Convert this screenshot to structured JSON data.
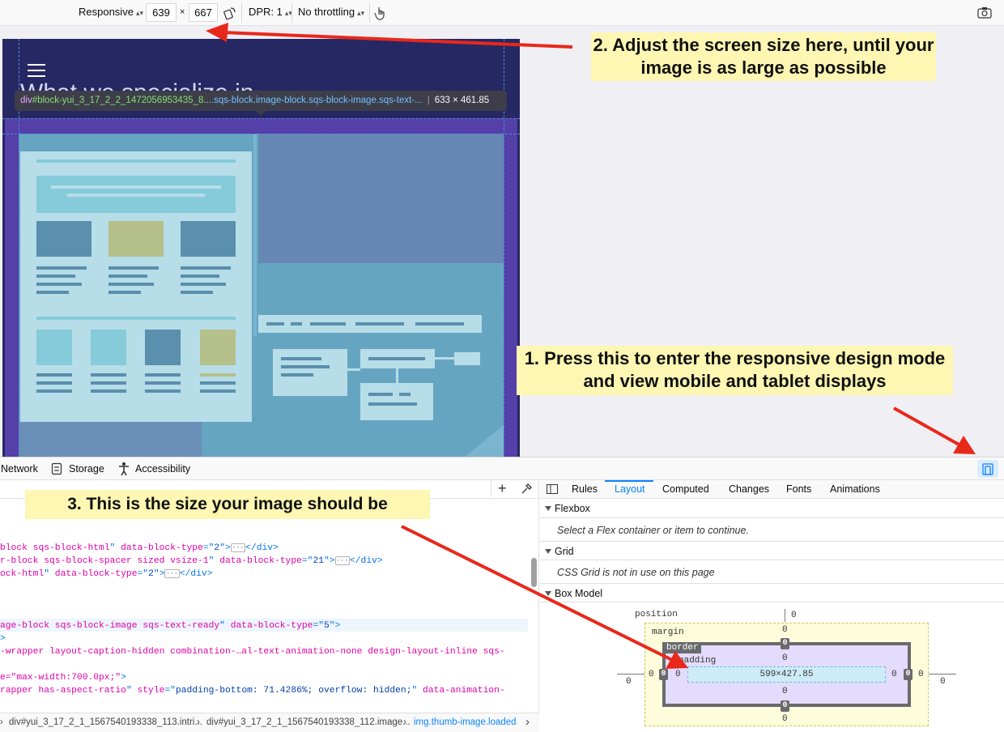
{
  "toolbar": {
    "device": "Responsive",
    "width": "639",
    "times": "×",
    "height": "667",
    "dpr": "DPR: 1",
    "throttling": "No throttling"
  },
  "viewport": {
    "heading": "What we specialize in",
    "tooltip": {
      "tag": "div",
      "id": "#block-yui_3_17_2_2_1472056953435_8...",
      "classes": ".sqs-block.image-block.sqs-block-image.sqs-text-...",
      "dimensions": "633 × 461.85"
    }
  },
  "callouts": {
    "adjust": "2. Adjust the screen size here, until your image is as large as possible",
    "press": "1. Press this to enter the responsive design mode and view mobile and tablet displays",
    "size": "3. This is the size your image should be"
  },
  "devtools_tabs": [
    "Network",
    "Storage",
    "Accessibility"
  ],
  "markup": {
    "lines": [
      {
        "pre": "",
        "cls": "block sqs-block-html",
        "attr": "data-block-type",
        "val": "2",
        "tail": "</div>"
      },
      {
        "pre": "",
        "cls": "r-block sqs-block-spacer sized vsize-1",
        "attr": "data-block-type",
        "val": "21",
        "tail": "</div>"
      },
      {
        "pre": "",
        "cls": "ock-html",
        "attr": "data-block-type",
        "val": "2",
        "tail": "</div>"
      },
      {
        "pre": "",
        "cls": "age-block sqs-block-image sqs-text-ready",
        "attr": "data-block-type",
        "val": "5",
        "tail": ""
      },
      {
        "pre": "",
        "cls": "-wrapper layout-caption-hidden combination-…al-text-animation-none design-layout-inline sqs-",
        "attr": "",
        "val": "",
        "tail": ""
      },
      {
        "pre": "",
        "cls": "e=\"max-width:700.0px;\"",
        "attr": "",
        "val": "",
        "tail": ""
      },
      {
        "pre": "",
        "cls": "rapper has-aspect-ratio",
        "attr": "style",
        "val": "padding-bottom: 71.4286%; overflow: hidden;",
        "tail": "data-animation-"
      }
    ],
    "breadcrumbs": [
      "div#yui_3_17_2_1_1567540193338_113.intri...",
      "div#yui_3_17_2_1_1567540193338_112.image...",
      "img.thumb-image.loaded"
    ]
  },
  "sidebar": {
    "tabs": [
      "Rules",
      "Layout",
      "Computed",
      "Changes",
      "Fonts",
      "Animations"
    ],
    "active_tab": "Layout",
    "flexbox": {
      "title": "Flexbox",
      "message": "Select a Flex container or item to continue."
    },
    "grid": {
      "title": "Grid",
      "message": "CSS Grid is not in use on this page"
    },
    "box_model": {
      "title": "Box Model",
      "position_label": "position",
      "margin_label": "margin",
      "border_label": "border",
      "padding_label": "padding",
      "content": "599×427.85",
      "zero": "0"
    }
  },
  "colors": {
    "accent": "#0a84ff",
    "callout_bg": "#fdf7b3",
    "arrow": "#e8281b",
    "device_bg": "#262864",
    "highlight": "#553fa8",
    "image_bg": "#5e9eb9"
  }
}
